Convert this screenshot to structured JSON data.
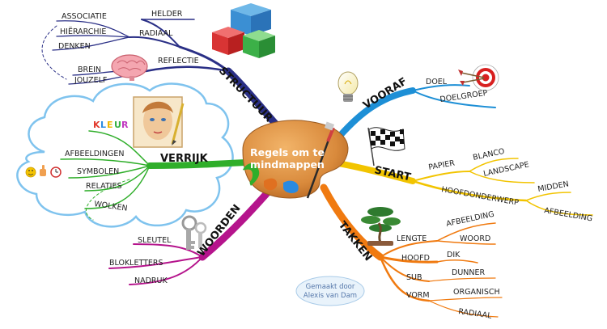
{
  "center": {
    "line1": "Regels om te",
    "line2": "mindmappen"
  },
  "credit": {
    "line1": "Gemaakt door",
    "line2": "Alexis van Dam"
  },
  "colors": {
    "structuur": "#2a2f86",
    "vooraf": "#1d8fd6",
    "start": "#f2c400",
    "takken": "#f07a10",
    "woorden": "#b5148c",
    "verrijk": "#2fae2a",
    "kleur": [
      "#e23b2e",
      "#2c8be0",
      "#f0b800",
      "#35b040",
      "#c038c0"
    ]
  },
  "branches": {
    "structuur": {
      "label": "STRUCTUUR",
      "sub": {
        "helder": "HELDER",
        "radiaal": "RADIAAL",
        "associatie": "ASSOCIATIE",
        "hierarchie": "HIËRARCHIE",
        "denken": "DENKEN",
        "reflectie": "REFLECTIE",
        "brein": "BREIN",
        "jouzelf": "JOUZELF"
      }
    },
    "vooraf": {
      "label": "VOORAF",
      "sub": {
        "doel": "DOEL",
        "doelgroep": "DOELGROEP"
      }
    },
    "start": {
      "label": "START",
      "sub": {
        "papier": "PAPIER",
        "blanco": "BLANCO",
        "landscape": "LANDSCAPE",
        "hoofdonderwerp": "HOOFDONDERWERP",
        "midden": "MIDDEN",
        "afbeelding": "AFBEELDING"
      }
    },
    "takken": {
      "label": "TAKKEN",
      "sub": {
        "lengte": "LENGTE",
        "afbeelding": "AFBEELDING",
        "woord": "WOORD",
        "hoofd": "HOOFD",
        "dik": "DIK",
        "sub": "SUB",
        "dunner": "DUNNER",
        "vorm": "VORM",
        "organisch": "ORGANISCH",
        "radiaal": "RADIAAL"
      }
    },
    "woorden": {
      "label": "WOORDEN",
      "sub": {
        "sleutel": "SLEUTEL",
        "blokletters": "BLOKLETTERS",
        "nadruk": "NADRUK"
      }
    },
    "verrijk": {
      "label": "VERRIJK",
      "sub": {
        "kleur": [
          "K",
          "L",
          "E",
          "U",
          "R"
        ],
        "afbeeldingen": "AFBEELDINGEN",
        "symbolen": "SYMBOLEN",
        "relaties": "RELATIES",
        "wolken": "WOLKEN"
      }
    }
  }
}
